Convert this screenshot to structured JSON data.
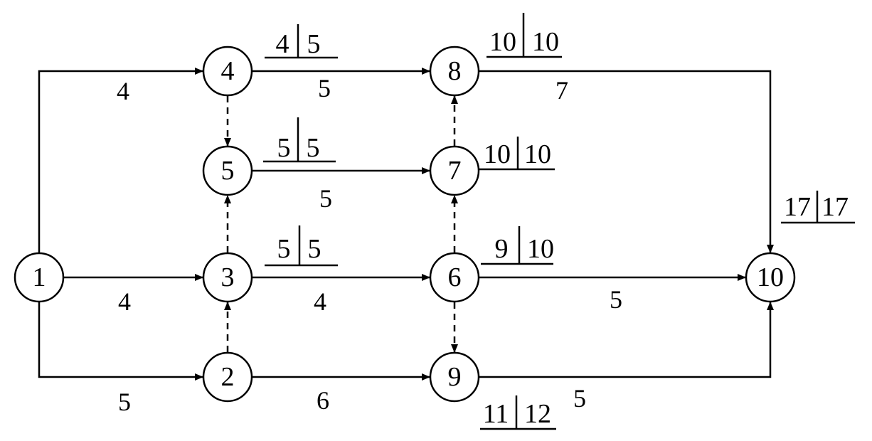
{
  "nodes": {
    "n1": "1",
    "n2": "2",
    "n3": "3",
    "n4": "4",
    "n5": "5",
    "n6": "6",
    "n7": "7",
    "n8": "8",
    "n9": "9",
    "n10": "10"
  },
  "durations": {
    "a1_4": "4",
    "a1_3": "4",
    "a1_2": "5",
    "a4_8": "5",
    "a5_7": "5",
    "a3_6": "4",
    "a2_9": "6",
    "a8_10": "7",
    "a6_10": "5",
    "a9_10": "5"
  },
  "times": {
    "t4": [
      "4",
      "5"
    ],
    "t8": [
      "10",
      "10"
    ],
    "t5": [
      "5",
      "5"
    ],
    "t7": [
      "10",
      "10"
    ],
    "t3": [
      "5",
      "5"
    ],
    "t6": [
      "9",
      "10"
    ],
    "t9": [
      "11",
      "12"
    ],
    "t10": [
      "17",
      "17"
    ]
  },
  "colors": {
    "ink": "#000000",
    "background": "#ffffff"
  }
}
